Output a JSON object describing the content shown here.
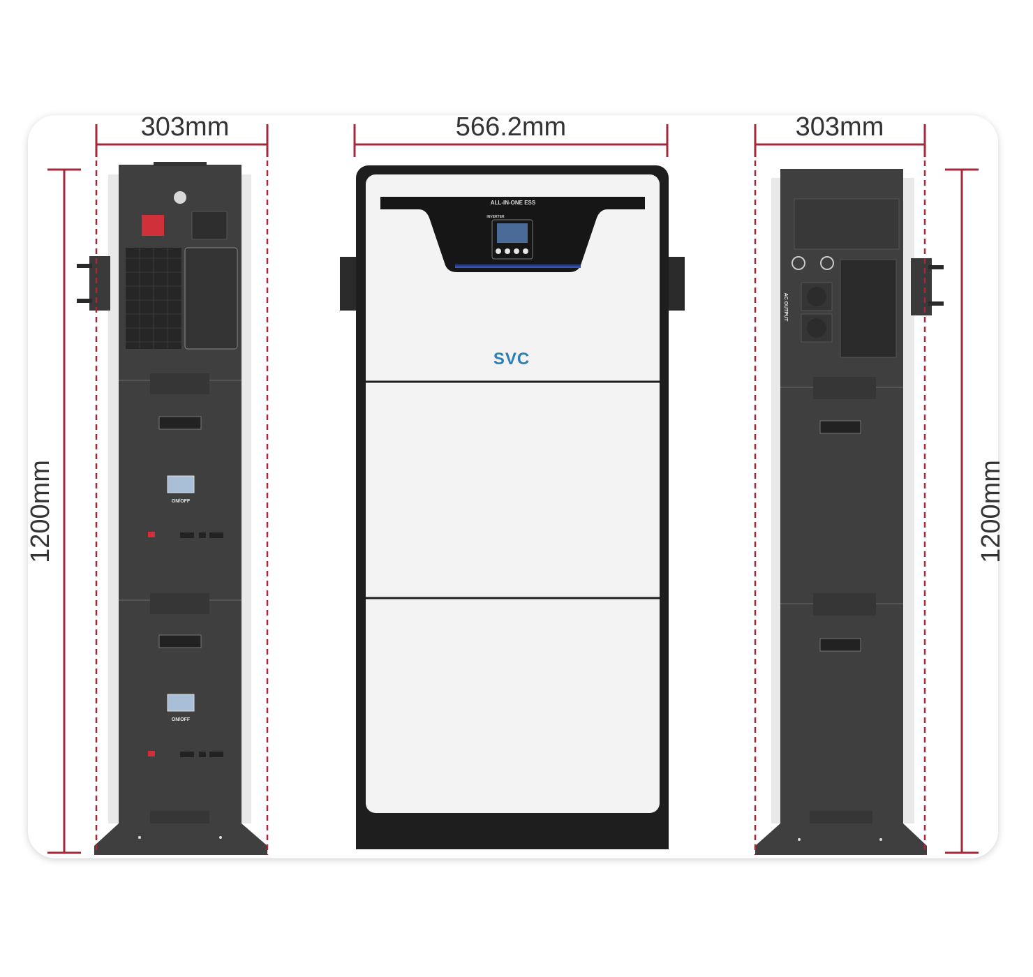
{
  "dimensions": {
    "left_width": "303mm",
    "center_width": "566.2mm",
    "right_width": "303mm",
    "left_height": "1200mm",
    "right_height": "1200mm"
  },
  "product": {
    "panel_title": "ALL-IN-ONE ESS",
    "inverter_label": "INVERTER",
    "brand_logo": "SVC",
    "battery_switch_label": "ON/OFF",
    "ac_output_label": "AC OUTPUT"
  },
  "colors": {
    "dimension_line": "#a3283a",
    "unit_side": "#3f3f3f",
    "unit_front": "#f3f3f3",
    "frame": "#1e1e1e",
    "brand_blue": "#2a7fb8",
    "indicator_light": "#3a5bd9"
  }
}
